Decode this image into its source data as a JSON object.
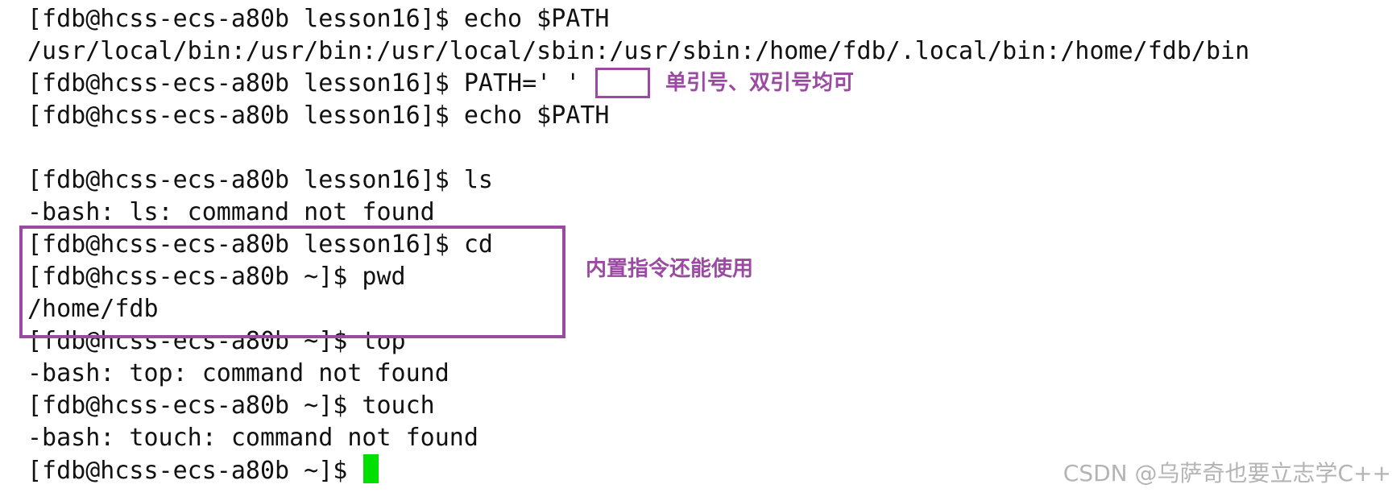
{
  "terminal": {
    "lines": [
      "[fdb@hcss-ecs-a80b lesson16]$ echo $PATH",
      "/usr/local/bin:/usr/bin:/usr/local/sbin:/usr/sbin:/home/fdb/.local/bin:/home/fdb/bin",
      "[fdb@hcss-ecs-a80b lesson16]$ PATH=' '",
      "[fdb@hcss-ecs-a80b lesson16]$ echo $PATH",
      "",
      "[fdb@hcss-ecs-a80b lesson16]$ ls",
      "-bash: ls: command not found",
      "[fdb@hcss-ecs-a80b lesson16]$ cd",
      "[fdb@hcss-ecs-a80b ~]$ pwd",
      "/home/fdb",
      "[fdb@hcss-ecs-a80b ~]$ top",
      "-bash: top: command not found",
      "[fdb@hcss-ecs-a80b ~]$ touch",
      "-bash: touch: command not found"
    ],
    "prompt": "[fdb@hcss-ecs-a80b ~]$ ",
    "cursor_color": "#00e000"
  },
  "annotations": {
    "quotes_note": "单引号、双引号均可",
    "builtin_note": "内置指令还能使用",
    "color": "#9b4aa2"
  },
  "watermark": "CSDN @乌萨奇也要立志学C++"
}
